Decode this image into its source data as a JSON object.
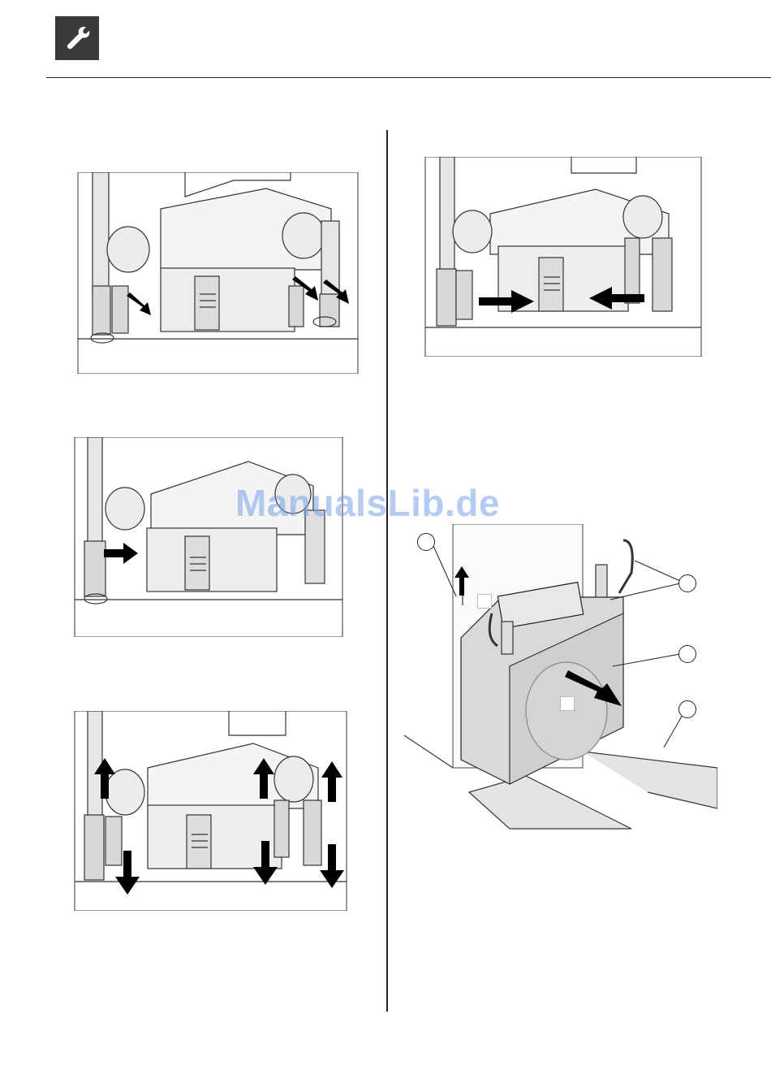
{
  "header": {
    "icon": "wrench-icon"
  },
  "watermark": {
    "text": "ManualsLib.de"
  },
  "figures": [
    {
      "name": "figure-disconnect-pipes",
      "arrows": [
        "arrow-down-right",
        "arrow-down-right",
        "arrow-down-right"
      ]
    },
    {
      "name": "figure-unscrew-fitting",
      "arrows": [
        "arrow-right"
      ]
    },
    {
      "name": "figure-remove-pipes",
      "arrows": [
        "arrow-up",
        "arrow-down",
        "arrow-up",
        "arrow-down",
        "arrow-up",
        "arrow-down"
      ]
    },
    {
      "name": "figure-insert-plugs",
      "arrows": [
        "arrow-right",
        "arrow-left"
      ]
    },
    {
      "name": "figure-pull-out-module",
      "arrows": [
        "arrow-up",
        "arrow-down-right"
      ]
    }
  ],
  "colors": {
    "icon_bg": "#3a3a3a",
    "rule": "#222222",
    "watermark": "#78a0e6"
  }
}
